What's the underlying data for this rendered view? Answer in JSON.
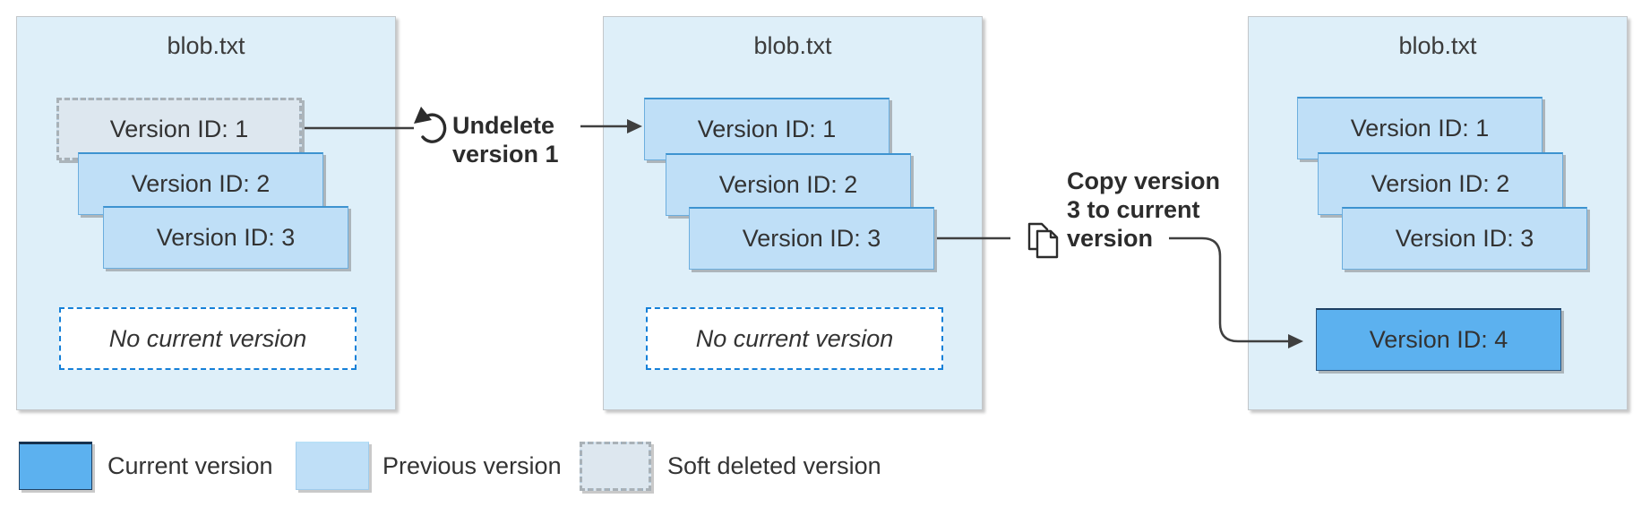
{
  "colors": {
    "current_version": "#5cb1ef",
    "previous_version": "#bfdff7",
    "soft_deleted_version": "#dde7ef",
    "panel_background": "#deeff9",
    "dashed_border_blue": "#0d78d0",
    "connector": "#3f3f3f"
  },
  "panels": [
    {
      "title": "blob.txt",
      "versions": [
        {
          "label": "Version ID: 1",
          "state": "soft-deleted"
        },
        {
          "label": "Version ID: 2",
          "state": "previous"
        },
        {
          "label": "Version ID: 3",
          "state": "previous"
        }
      ],
      "current_slot": "No current version"
    },
    {
      "title": "blob.txt",
      "versions": [
        {
          "label": "Version ID: 1",
          "state": "previous"
        },
        {
          "label": "Version ID: 2",
          "state": "previous"
        },
        {
          "label": "Version ID: 3",
          "state": "previous"
        }
      ],
      "current_slot": "No current version"
    },
    {
      "title": "blob.txt",
      "versions": [
        {
          "label": "Version ID: 1",
          "state": "previous"
        },
        {
          "label": "Version ID: 2",
          "state": "previous"
        },
        {
          "label": "Version ID: 3",
          "state": "previous"
        }
      ],
      "current_version": {
        "label": "Version ID: 4",
        "state": "current"
      }
    }
  ],
  "actions": [
    {
      "label": "Undelete version 1",
      "icon": "undo-icon"
    },
    {
      "label": "Copy version 3 to current version",
      "icon": "copy-icon"
    }
  ],
  "legend": [
    {
      "label": "Current version",
      "swatch": "current"
    },
    {
      "label": "Previous version",
      "swatch": "previous"
    },
    {
      "label": "Soft deleted version",
      "swatch": "soft-deleted"
    }
  ]
}
